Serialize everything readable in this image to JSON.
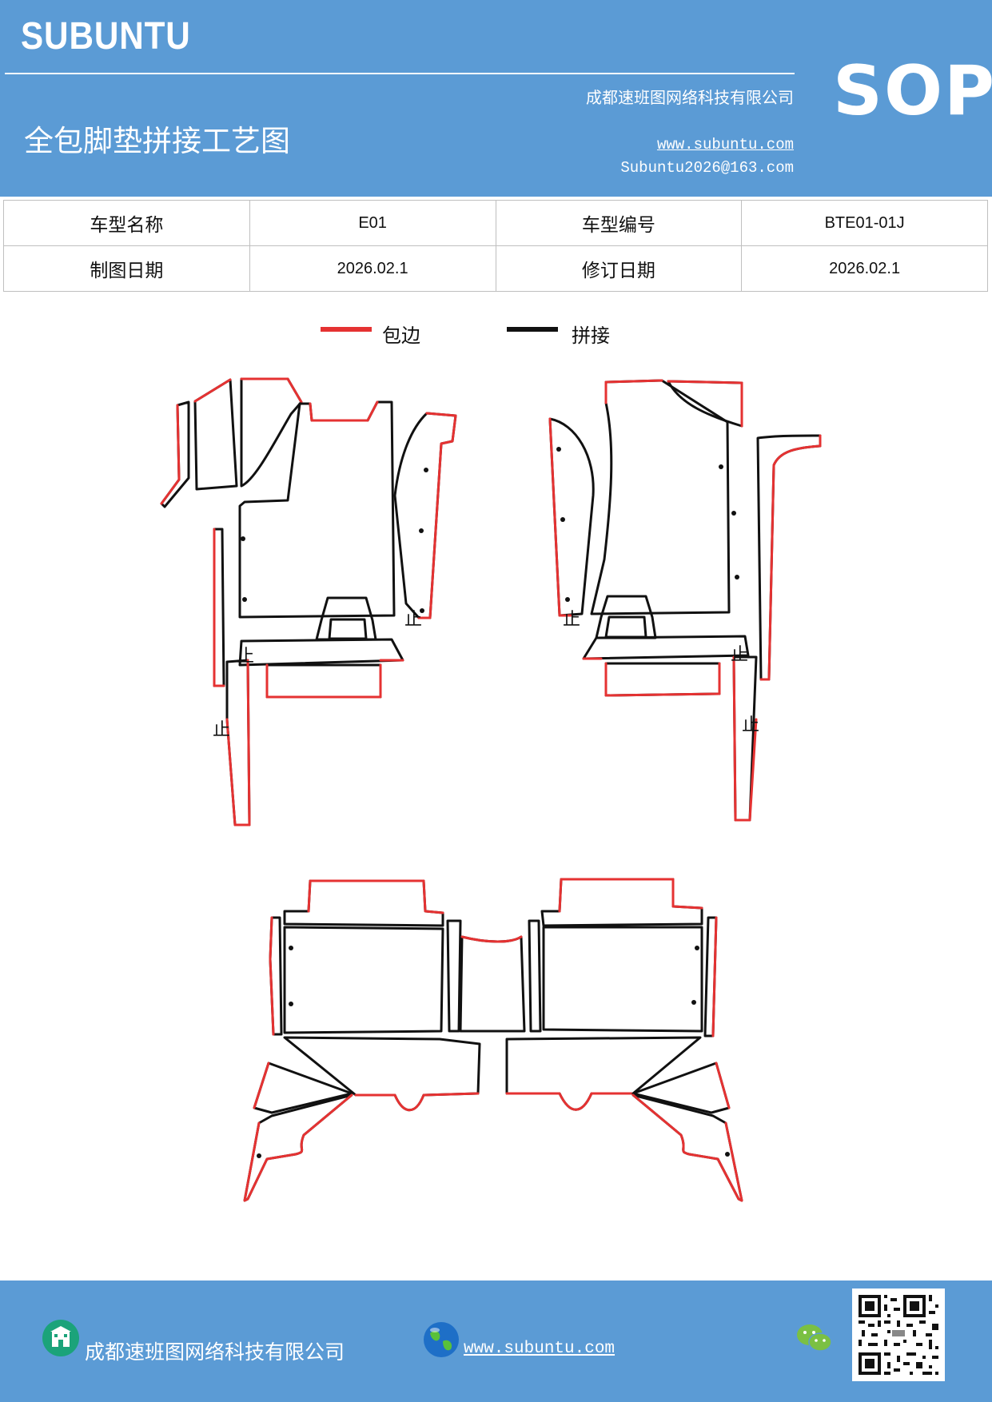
{
  "header": {
    "brand": "SUBUNTU",
    "company": "成都速班图网络科技有限公司",
    "title": "全包脚垫拼接工艺图",
    "website": "www.subuntu.com",
    "email": "Subuntu2026@163.com",
    "badge": "SOP",
    "color": "#5B9BD5"
  },
  "info": {
    "model_name_label": "车型名称",
    "model_name": "E01",
    "model_code_label": "车型编号",
    "model_code": "BTE01-01J",
    "draw_date_label": "制图日期",
    "draw_date": "2026.02.1",
    "revise_date_label": "修订日期",
    "revise_date": "2026.02.1"
  },
  "legend": {
    "edge_label": "包边",
    "edge_color": "#E53232",
    "join_label": "拼接",
    "join_color": "#111111"
  },
  "diagram": {
    "stop_mark": "止"
  },
  "footer": {
    "company": "成都速班图网络科技有限公司",
    "website": "www.subuntu.com",
    "icons": [
      "building-icon",
      "globe-icon",
      "wechat-icon",
      "qr-code"
    ]
  }
}
